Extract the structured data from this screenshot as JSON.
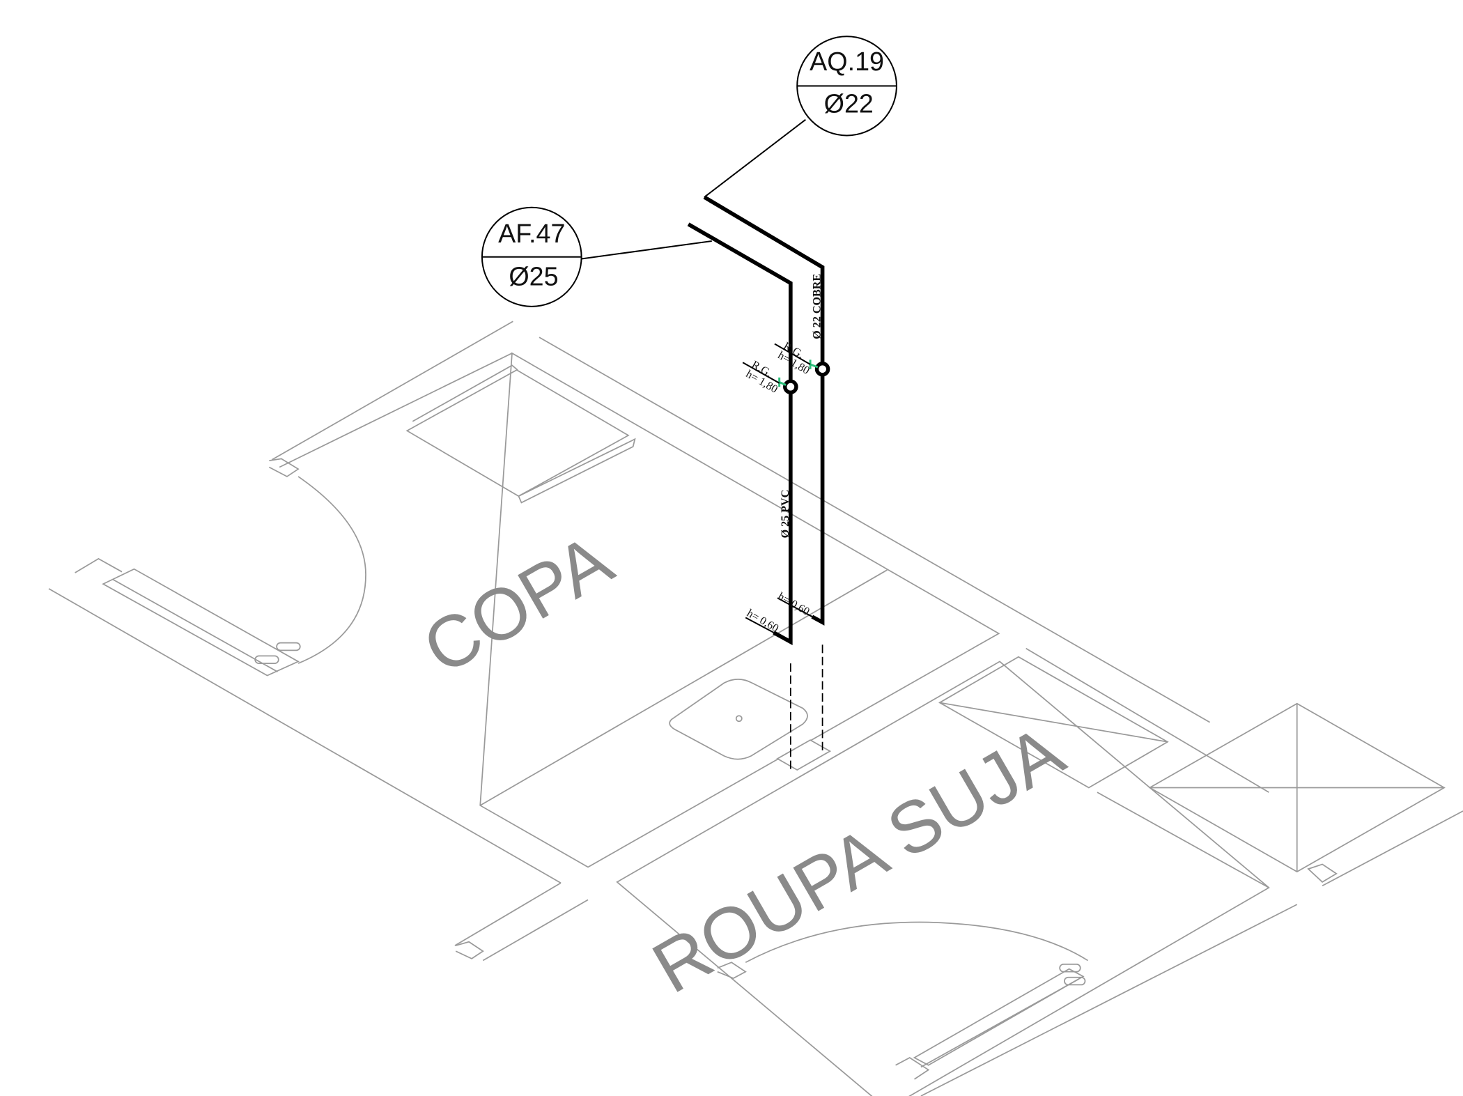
{
  "tags": {
    "aq": {
      "code": "AQ.19",
      "diameter": "Ø22"
    },
    "af": {
      "code": "AF.47",
      "diameter": "Ø25"
    }
  },
  "pipes": {
    "cold": {
      "label": "Ø 25 PVC",
      "valve_name": "R.G.",
      "valve_height": "h= 1,80",
      "outlet_height": "h= 0,60"
    },
    "hot": {
      "label": "Ø 22 COBRE",
      "valve_name": "R.G.",
      "valve_height": "h= 1,80",
      "outlet_height": "h= 0,60"
    }
  },
  "rooms": {
    "copa": "COPA",
    "roupa_suja": "ROUPA SUJA"
  },
  "colors": {
    "pipe": "#000000",
    "floor_plan": "#9a9a9a",
    "room_label": "#8a8a8a",
    "valve_marker": "#2bbf7a"
  }
}
